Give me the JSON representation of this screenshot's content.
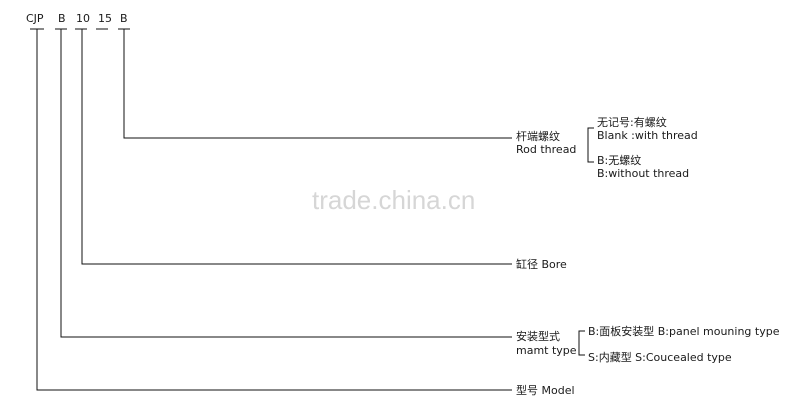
{
  "model_code": {
    "parts": [
      "CJP",
      "B",
      "10",
      "15",
      "B"
    ]
  },
  "watermark": "trade.china.cn",
  "fields": {
    "rod_thread": {
      "label_cn": "杆端螺纹",
      "label_en": "Rod thread",
      "options": [
        {
          "line1": "无记号:有螺纹",
          "line2": "Blank :with thread"
        },
        {
          "line1": "B:无螺纹",
          "line2": "B:without thread"
        }
      ]
    },
    "bore": {
      "label": "缸径  Bore"
    },
    "mount_type": {
      "label_cn": "安装型式",
      "label_en": "mamt type",
      "options": [
        {
          "text": "B:面板安装型  B:panel mouning type"
        },
        {
          "text": "S:内藏型  S:Coucealed type"
        }
      ]
    },
    "model": {
      "label": "型号  Model"
    }
  }
}
